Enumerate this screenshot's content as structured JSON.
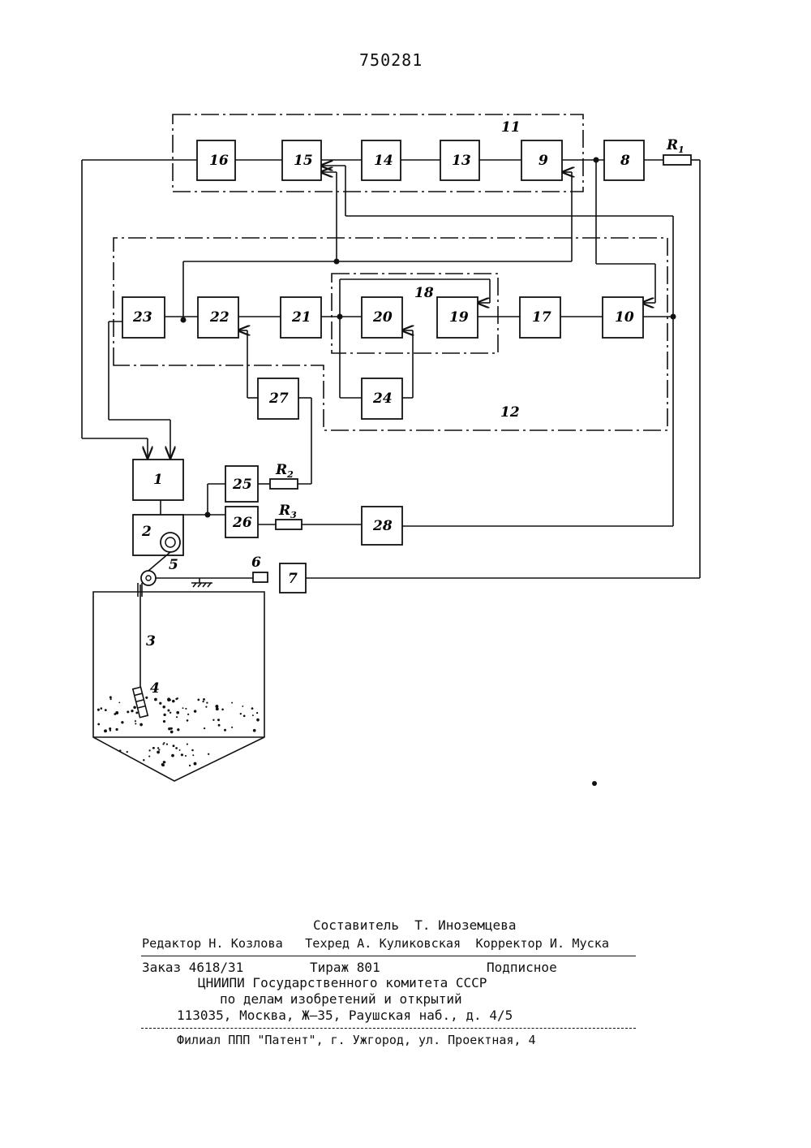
{
  "page_number": "750281",
  "blocks": {
    "b1": "1",
    "b2": "2",
    "b7": "7",
    "b8": "8",
    "b9": "9",
    "b10": "10",
    "b13": "13",
    "b14": "14",
    "b15": "15",
    "b16": "16",
    "b17": "17",
    "b19": "19",
    "b20": "20",
    "b21": "21",
    "b22": "22",
    "b23": "23",
    "b24": "24",
    "b25": "25",
    "b26": "26",
    "b27": "27",
    "b28": "28"
  },
  "labels": {
    "l3": "3",
    "l4": "4",
    "l5": "5",
    "l6": "6",
    "l11": "11",
    "l12": "12",
    "l18": "18",
    "r1": "R",
    "r1_sub": "1",
    "r2": "R",
    "r2_sub": "2",
    "r3": "R",
    "r3_sub": "3"
  },
  "footer": {
    "composer": "Составитель  Т. Иноземцева",
    "editors": "Редактор Н. Козлова   Техред А. Куликовская  Корректор И. Муска",
    "order": "Заказ 4618/31",
    "circulation": "Тираж 801",
    "subscription": "Подписное",
    "org1": "ЦНИИПИ Государственного комитета СССР",
    "org2": "по делам изобретений и открытий",
    "address": "113035, Москва, Ж–35, Раушская наб., д. 4/5",
    "branch": "Филиал ППП \"Патент\", г. Ужгород, ул. Проектная, 4"
  }
}
